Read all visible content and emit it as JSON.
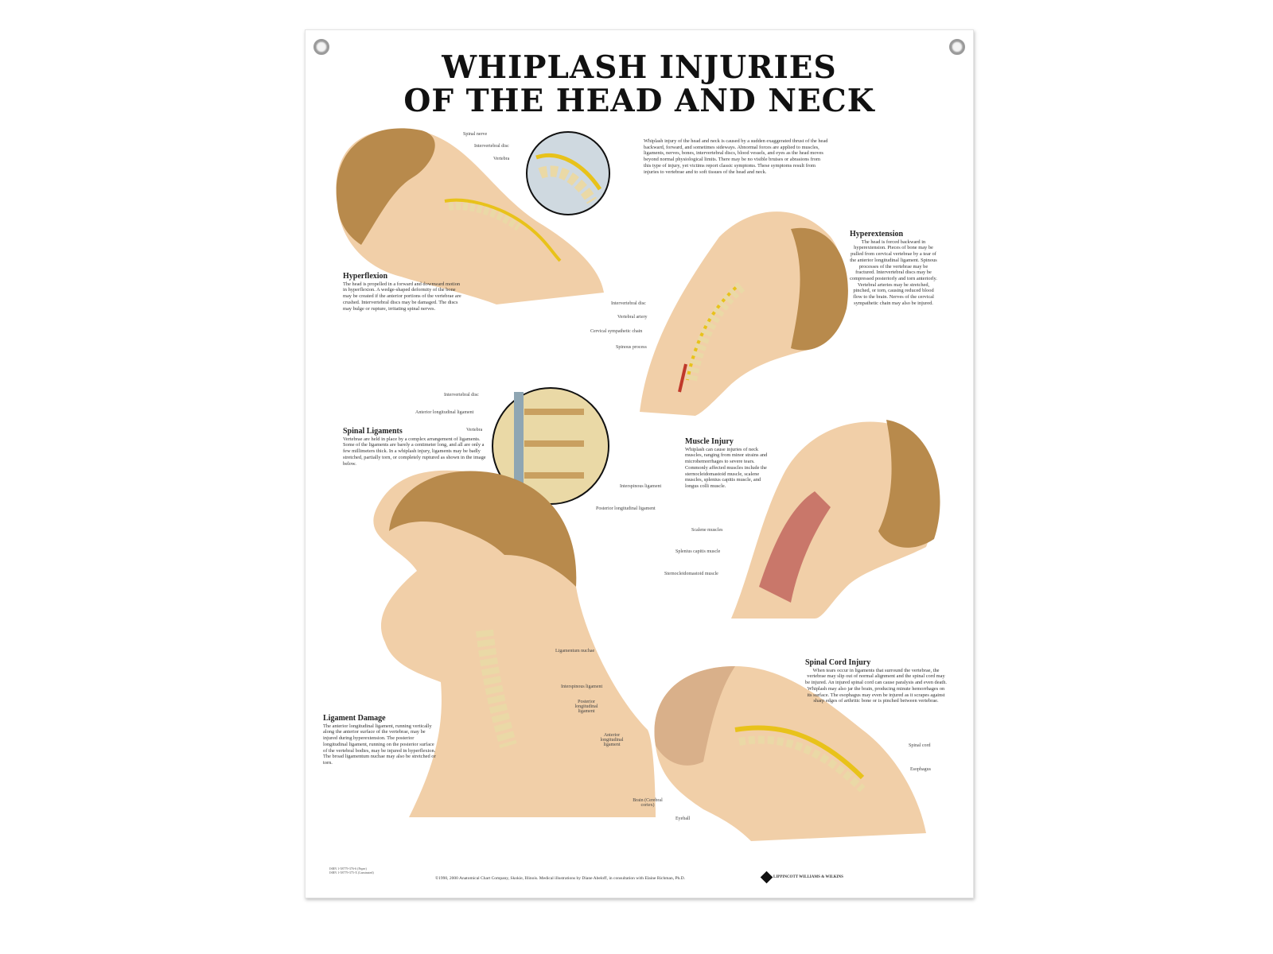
{
  "title": {
    "line1": "WHIPLASH INJURIES",
    "line2": "OF THE HEAD AND NECK"
  },
  "intro": "Whiplash injury of the head and neck is caused by a sudden exaggerated thrust of the head backward, forward, and sometimes sideways. Abnormal forces are applied to muscles, ligaments, nerves, bones, intervertebral discs, blood vessels, and eyes as the head moves beyond normal physiological limits. There may be no visible bruises or abrasions from this type of injury, yet victims report classic symptoms. These symptoms result from injuries to vertebrae and to soft tissues of the head and neck.",
  "sections": {
    "hyperflexion": {
      "heading": "Hyperflexion",
      "text": "The head is propelled in a forward and downward motion in hyperflexion. A wedge-shaped deformity of the bone may be created if the anterior portions of the vertebrae are crushed. Intervertebral discs may be damaged. The discs may bulge or rupture, irritating spinal nerves."
    },
    "hyperextension": {
      "heading": "Hyperextension",
      "text": "The head is forced backward in hyperextension. Pieces of bone may be pulled from cervical vertebrae by a tear of the anterior longitudinal ligament. Spinous processes of the vertebrae may be fractured. Intervertebral discs may be compressed posteriorly and torn anteriorly. Vertebral arteries may be stretched, pinched, or torn, causing reduced blood flow to the brain. Nerves of the cervical sympathetic chain may also be injured."
    },
    "spinal_ligaments": {
      "heading": "Spinal Ligaments",
      "text": "Vertebrae are held in place by a complex arrangement of ligaments. Some of the ligaments are barely a centimeter long, and all are only a few millimeters thick. In a whiplash injury, ligaments may be badly stretched, partially torn, or completely ruptured as shown in the image below."
    },
    "muscle_injury": {
      "heading": "Muscle Injury",
      "text": "Whiplash can cause injuries of neck muscles, ranging from minor strains and microhemorrhages to severe tears. Commonly affected muscles include the sternocleidomastoid muscle, scalene muscles, splenius capitis muscle, and longus colli muscle."
    },
    "spinal_cord_injury": {
      "heading": "Spinal Cord Injury",
      "text": "When tears occur in ligaments that surround the vertebrae, the vertebrae may slip out of normal alignment and the spinal cord may be injured. An injured spinal cord can cause paralysis and even death. Whiplash may also jar the brain, producing minute hemorrhages on its surface. The esophagus may even be injured as it scrapes against sharp edges of arthritic bone or is pinched between vertebrae."
    },
    "ligament_damage": {
      "heading": "Ligament Damage",
      "text": "The anterior longitudinal ligament, running vertically along the anterior surface of the vertebrae, may be injured during hyperextension. The posterior longitudinal ligament, running on the posterior surface of the vertebral bodies, may be injured in hyperflexion. The broad ligamentum nuchae may also be stretched or torn."
    }
  },
  "labels": {
    "hyperflexion": [
      "Spinal nerve",
      "Intervertebral disc",
      "Vertebra"
    ],
    "hyperextension": [
      "Intervertebral disc",
      "Vertebral artery",
      "Cervical sympathetic chain",
      "Spinous process"
    ],
    "ligaments_inset": [
      "Intervertebral disc",
      "Anterior longitudinal ligament",
      "Vertebra",
      "Interspinous ligament",
      "Posterior longitudinal ligament"
    ],
    "muscle": [
      "Scalene muscles",
      "Splenius capitis muscle",
      "Sternocleidomastoid muscle"
    ],
    "ligament_damage": [
      "Ligamentum nuchae",
      "Interspinous ligament",
      "Posterior longitudinal ligament",
      "Anterior longitudinal ligament"
    ],
    "spinal_cord": [
      "Spinal cord",
      "Esophagus",
      "Brain (Cerebral cortex)",
      "Eyeball"
    ]
  },
  "footer": {
    "copyright": "©1990, 2000 Anatomical Chart Company, Skokie, Illinois. Medical illustrations by Diane Abeloff, in consultation with Elaine Richman, Ph.D.",
    "publisher": "LIPPINCOTT WILLIAMS & WILKINS",
    "isbn1": "ISBN 1-58779-376-6 (Paper)",
    "isbn2": "ISBN 1-58779-375-X (Laminated)"
  },
  "colors": {
    "skin": "#f1cfa8",
    "hair": "#b88a4c",
    "bone": "#ead9a6",
    "nerve": "#e8c21a",
    "muscle": "#c9776a"
  }
}
